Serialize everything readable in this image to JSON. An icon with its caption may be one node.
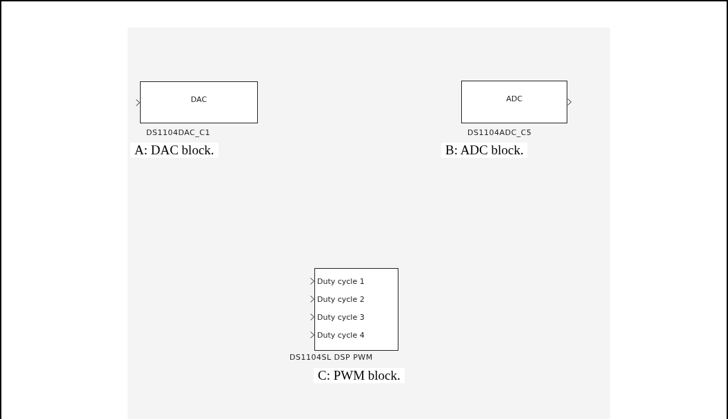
{
  "diagram": {
    "nodes": [
      {
        "text": [
          "DAC"
        ],
        "beside": [
          "DS1104DAC_C1"
        ]
      },
      {
        "text": [
          "ADC"
        ],
        "beside": [
          "DS1104ADC_C5"
        ]
      },
      {
        "text": [
          "Duty cycle 1",
          "Duty cycle 2",
          "Duty cycle 3",
          "Duty cycle 4"
        ],
        "beside": [
          "DS1104SL DSP PWM"
        ]
      }
    ],
    "labels": [
      "A: DAC block.",
      "B: ADC block.",
      "C: PWM block."
    ]
  }
}
